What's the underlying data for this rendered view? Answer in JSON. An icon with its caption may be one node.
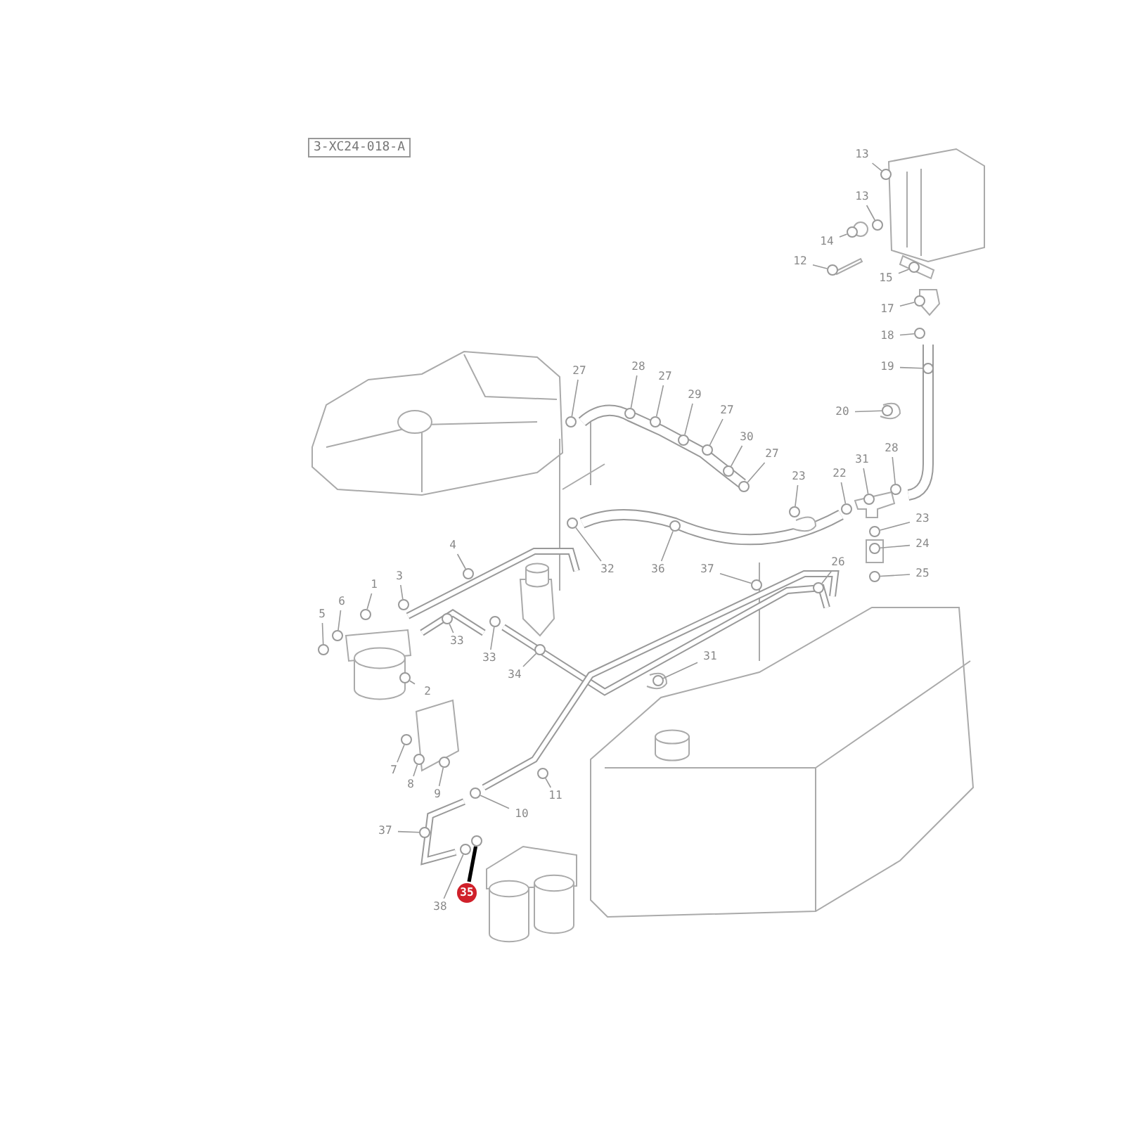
{
  "diagram": {
    "nodes": [
      {
        "text": [
          "13"
        ]
      },
      {
        "text": [
          "13"
        ]
      },
      {
        "text": [
          "14"
        ]
      },
      {
        "text": [
          "12"
        ]
      },
      {
        "text": [
          "15"
        ]
      },
      {
        "text": [
          "17"
        ]
      },
      {
        "text": [
          "18"
        ]
      },
      {
        "text": [
          "19"
        ]
      },
      {
        "text": [
          "27"
        ]
      },
      {
        "text": [
          "28"
        ]
      },
      {
        "text": [
          "27"
        ]
      },
      {
        "text": [
          "29"
        ]
      },
      {
        "text": [
          "20"
        ]
      },
      {
        "text": [
          "27"
        ]
      },
      {
        "text": [
          "30"
        ]
      },
      {
        "text": [
          "28"
        ]
      },
      {
        "text": [
          "27"
        ]
      },
      {
        "text": [
          "31"
        ]
      },
      {
        "text": [
          "22"
        ]
      },
      {
        "text": [
          "23"
        ]
      },
      {
        "text": [
          "23"
        ]
      },
      {
        "text": [
          "24"
        ]
      },
      {
        "text": [
          "4"
        ]
      },
      {
        "text": [
          "26"
        ]
      },
      {
        "text": [
          "32"
        ]
      },
      {
        "text": [
          "36"
        ]
      },
      {
        "text": [
          "37"
        ]
      },
      {
        "text": [
          "25"
        ]
      },
      {
        "text": [
          "3"
        ]
      },
      {
        "text": [
          "1"
        ]
      },
      {
        "text": [
          "6"
        ]
      },
      {
        "text": [
          "5"
        ]
      },
      {
        "text": [
          "33"
        ]
      },
      {
        "text": [
          "33"
        ]
      },
      {
        "text": [
          "31"
        ]
      },
      {
        "text": [
          "34"
        ]
      },
      {
        "text": [
          "2"
        ]
      },
      {
        "text": [
          "7"
        ]
      },
      {
        "text": [
          "8"
        ]
      },
      {
        "text": [
          "9"
        ]
      },
      {
        "text": [
          "11"
        ]
      },
      {
        "text": [
          "10"
        ]
      },
      {
        "text": [
          "37"
        ]
      },
      {
        "text": [
          "35"
        ]
      },
      {
        "text": [
          "38"
        ]
      },
      {
        "text": [],
        "shape": "circle"
      },
      {
        "text": [],
        "shape": "circle"
      },
      {
        "text": [],
        "shape": "circle"
      },
      {
        "text": [],
        "shape": "circle"
      },
      {
        "text": [],
        "shape": "circle"
      },
      {
        "text": [],
        "shape": "circle"
      },
      {
        "text": [],
        "shape": "circle"
      },
      {
        "text": [],
        "shape": "circle"
      },
      {
        "text": [],
        "shape": "circle"
      },
      {
        "text": [],
        "shape": "circle"
      },
      {
        "text": [],
        "shape": "circle"
      },
      {
        "text": [],
        "shape": "circle"
      },
      {
        "text": [],
        "shape": "circle"
      },
      {
        "text": [],
        "shape": "circle"
      },
      {
        "text": [],
        "shape": "circle"
      },
      {
        "text": [],
        "shape": "circle"
      },
      {
        "text": [],
        "shape": "circle"
      },
      {
        "text": [],
        "shape": "circle"
      },
      {
        "text": [],
        "shape": "circle"
      },
      {
        "text": [],
        "shape": "circle"
      },
      {
        "text": [],
        "shape": "circle"
      },
      {
        "text": [],
        "shape": "circle"
      },
      {
        "text": [],
        "shape": "circle"
      },
      {
        "text": [],
        "shape": "circle"
      },
      {
        "text": [],
        "shape": "circle"
      },
      {
        "text": [],
        "shape": "circle"
      },
      {
        "text": [],
        "shape": "circle"
      },
      {
        "text": [],
        "shape": "circle"
      },
      {
        "text": [],
        "shape": "circle"
      },
      {
        "text": [],
        "shape": "circle"
      },
      {
        "text": [],
        "shape": "circle"
      },
      {
        "text": [],
        "shape": "circle"
      },
      {
        "text": [],
        "shape": "circle"
      },
      {
        "text": [],
        "shape": "circle"
      },
      {
        "text": [],
        "shape": "circle"
      },
      {
        "text": [],
        "shape": "circle"
      },
      {
        "text": [],
        "shape": "circle"
      },
      {
        "text": [],
        "shape": "circle"
      },
      {
        "text": [],
        "shape": "circle"
      },
      {
        "text": [],
        "shape": "circle"
      },
      {
        "text": [],
        "shape": "circle"
      },
      {
        "text": [],
        "shape": "circle"
      },
      {
        "text": [],
        "shape": "circle"
      },
      {
        "text": [],
        "shape": "circle"
      },
      {
        "text": [],
        "shape": "circle"
      }
    ],
    "edges": [
      {
        "from": 0,
        "to": 45,
        "arrow": "none"
      },
      {
        "from": 1,
        "to": 46,
        "arrow": "none"
      },
      {
        "from": 2,
        "to": 47,
        "arrow": "none"
      },
      {
        "from": 3,
        "to": 48,
        "arrow": "none"
      },
      {
        "from": 4,
        "to": 49,
        "arrow": "none"
      },
      {
        "from": 5,
        "to": 50,
        "arrow": "none"
      },
      {
        "from": 6,
        "to": 51,
        "arrow": "none"
      },
      {
        "from": 7,
        "to": 52,
        "arrow": "none"
      },
      {
        "from": 8,
        "to": 53,
        "arrow": "none"
      },
      {
        "from": 9,
        "to": 54,
        "arrow": "none"
      },
      {
        "from": 10,
        "to": 55,
        "arrow": "none"
      },
      {
        "from": 11,
        "to": 56,
        "arrow": "none"
      },
      {
        "from": 12,
        "to": 57,
        "arrow": "none"
      },
      {
        "from": 13,
        "to": 58,
        "arrow": "none"
      },
      {
        "from": 14,
        "to": 59,
        "arrow": "none"
      },
      {
        "from": 15,
        "to": 60,
        "arrow": "none"
      },
      {
        "from": 16,
        "to": 61,
        "arrow": "none"
      },
      {
        "from": 17,
        "to": 62,
        "arrow": "none"
      },
      {
        "from": 18,
        "to": 63,
        "arrow": "none"
      },
      {
        "from": 19,
        "to": 64,
        "arrow": "none"
      },
      {
        "from": 20,
        "to": 65,
        "arrow": "none"
      },
      {
        "from": 21,
        "to": 66,
        "arrow": "none"
      },
      {
        "from": 22,
        "to": 67,
        "arrow": "none"
      },
      {
        "from": 23,
        "to": 68,
        "arrow": "none"
      },
      {
        "from": 24,
        "to": 69,
        "arrow": "none"
      },
      {
        "from": 25,
        "to": 70,
        "arrow": "none"
      },
      {
        "from": 26,
        "to": 71,
        "arrow": "none"
      },
      {
        "from": 27,
        "to": 72,
        "arrow": "none"
      },
      {
        "from": 28,
        "to": 73,
        "arrow": "none"
      },
      {
        "from": 29,
        "to": 74,
        "arrow": "none"
      },
      {
        "from": 30,
        "to": 75,
        "arrow": "none"
      },
      {
        "from": 31,
        "to": 76,
        "arrow": "none"
      },
      {
        "from": 32,
        "to": 77,
        "arrow": "none"
      },
      {
        "from": 33,
        "to": 78,
        "arrow": "none"
      },
      {
        "from": 34,
        "to": 79,
        "arrow": "none"
      },
      {
        "from": 35,
        "to": 80,
        "arrow": "none"
      },
      {
        "from": 36,
        "to": 81,
        "arrow": "none"
      },
      {
        "from": 37,
        "to": 82,
        "arrow": "none"
      },
      {
        "from": 38,
        "to": 83,
        "arrow": "none"
      },
      {
        "from": 39,
        "to": 84,
        "arrow": "none"
      },
      {
        "from": 40,
        "to": 85,
        "arrow": "none"
      },
      {
        "from": 41,
        "to": 86,
        "arrow": "none"
      },
      {
        "from": 42,
        "to": 87,
        "arrow": "none"
      },
      {
        "from": 43,
        "to": 88,
        "arrow": "none",
        "style": "thick",
        "color": "#000000"
      },
      {
        "from": 44,
        "to": 89,
        "arrow": "none"
      }
    ],
    "labels": [
      "3-XC24-018-A"
    ]
  }
}
